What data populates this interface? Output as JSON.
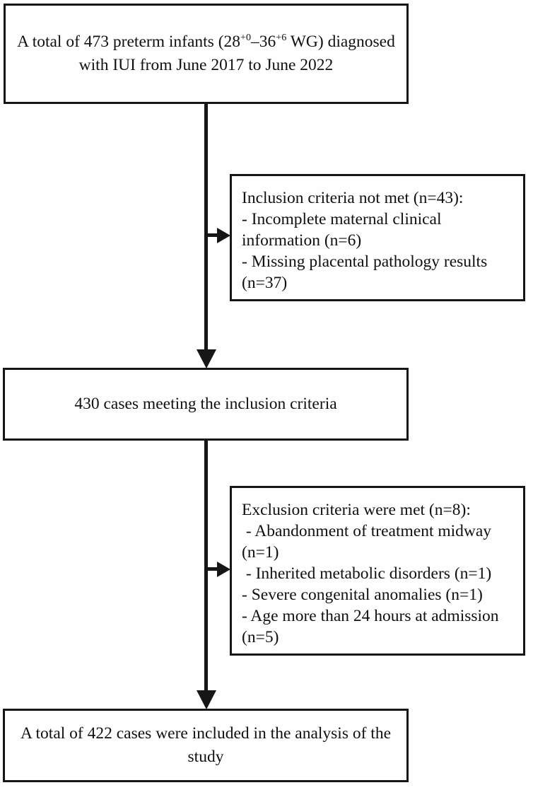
{
  "figure": {
    "type": "study-flow-diagram",
    "colors": {
      "ink": "#161616",
      "background": "#fefefe"
    }
  },
  "boxes": {
    "enrollment": {
      "line1": {
        "a": "A total of 473 preterm infants (28",
        "sup1": "+0",
        "b": "–36",
        "sup2": "+6",
        "c": " WG) diagnosed"
      },
      "line2": "with IUI from June 2017 to June 2022"
    },
    "not_met": {
      "lines": [
        "Inclusion criteria not met (n=43):",
        "- Incomplete maternal clinical",
        "information (n=6)",
        "- Missing placental pathology results",
        "(n=37)"
      ]
    },
    "included": {
      "text": "430 cases meeting the inclusion criteria"
    },
    "excluded": {
      "lines": [
        "Exclusion criteria were met (n=8):",
        " - Abandonment of treatment midway",
        "(n=1)",
        " - Inherited metabolic disorders (n=1)",
        "- Severe congenital anomalies (n=1)",
        "- Age more than 24 hours at admission",
        "(n=5)"
      ]
    },
    "analyzed": {
      "line1": "A total of 422 cases were included in the analysis of the",
      "line2": "study"
    }
  }
}
